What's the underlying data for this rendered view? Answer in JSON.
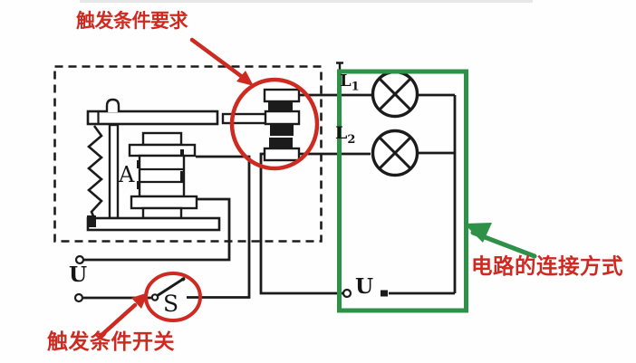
{
  "figure": {
    "type": "annotated relay circuit diagram",
    "background": "#fefefe"
  },
  "annotations": {
    "trigger_requirement": {
      "label": "触发条件要求"
    },
    "trigger_switch": {
      "label": "触发条件开关"
    },
    "circuit_connection": {
      "label": "电路的连接方式"
    }
  },
  "labels": {
    "relay_coil": "A",
    "switch": "S",
    "source_left": "U",
    "source_right": "U",
    "lamp1": {
      "base": "L",
      "sub": "1"
    },
    "lamp2": {
      "base": "L",
      "sub": "2"
    }
  },
  "colors": {
    "annotation_red": "#cd2a21",
    "highlight_green": "#2f9148",
    "circuit_black": "#1b1b1b"
  }
}
